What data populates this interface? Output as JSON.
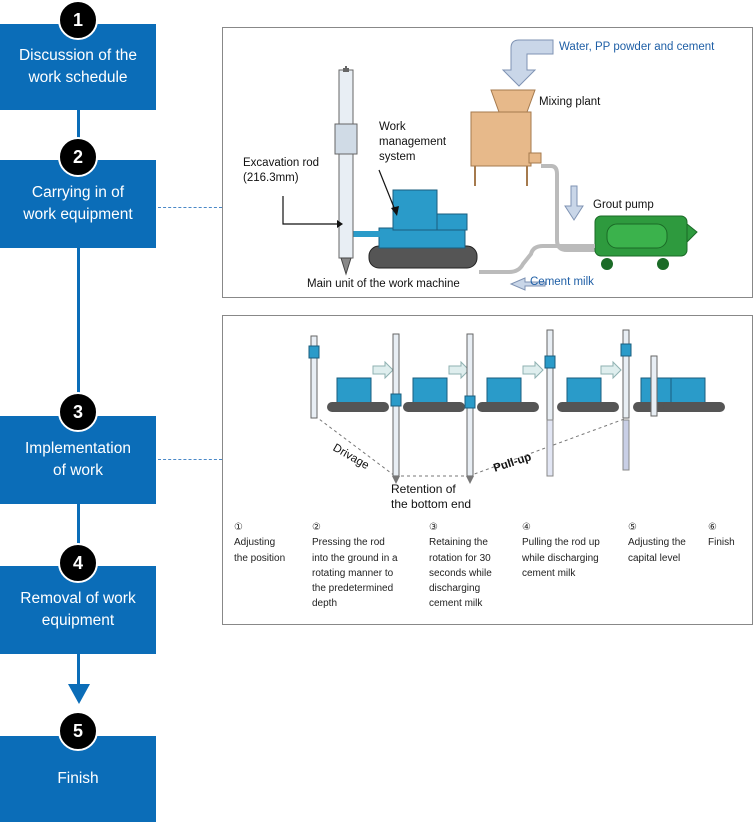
{
  "flow": {
    "steps": [
      {
        "number": "1",
        "line1": "Discussion of the",
        "line2": "work schedule"
      },
      {
        "number": "2",
        "line1": "Carrying in of",
        "line2": "work equipment"
      },
      {
        "number": "3",
        "line1": "Implementation",
        "line2": "of work"
      },
      {
        "number": "4",
        "line1": "Removal of work",
        "line2": "equipment"
      },
      {
        "number": "5",
        "line1": "Finish",
        "line2": ""
      }
    ]
  },
  "equipment_panel": {
    "water_label": "Water, PP powder and cement",
    "mixing_plant": "Mixing plant",
    "work_mgmt_1": "Work",
    "work_mgmt_2": "management",
    "work_mgmt_3": "system",
    "excavation_1": "Excavation rod",
    "excavation_2": "(216.3mm)",
    "grout_pump": "Grout pump",
    "main_unit": "Main unit of the work machine",
    "cement_milk": "Cement milk"
  },
  "process_panel": {
    "drivage": "Drivage",
    "pull_up": "Pull-up",
    "retention_1": "Retention of",
    "retention_2": "the bottom end",
    "captions": [
      {
        "num": "①",
        "lines": [
          "Adjusting",
          "the position"
        ]
      },
      {
        "num": "②",
        "lines": [
          "Pressing the rod",
          "into the ground in a",
          "rotating manner to",
          "the predetermined",
          "depth"
        ]
      },
      {
        "num": "③",
        "lines": [
          "Retaining the",
          "rotation for 30",
          "seconds while",
          "discharging",
          "cement milk"
        ]
      },
      {
        "num": "④",
        "lines": [
          "Pulling the rod up",
          "while discharging",
          "cement milk"
        ]
      },
      {
        "num": "⑤",
        "lines": [
          "Adjusting the",
          "capital level"
        ]
      },
      {
        "num": "⑥",
        "lines": [
          "Finish"
        ]
      }
    ]
  },
  "colors": {
    "flow_blue": "#0b6db8",
    "machine_blue": "#2a9bc9",
    "pump_green": "#2e9a3e",
    "plant_tan": "#e7b98a"
  }
}
